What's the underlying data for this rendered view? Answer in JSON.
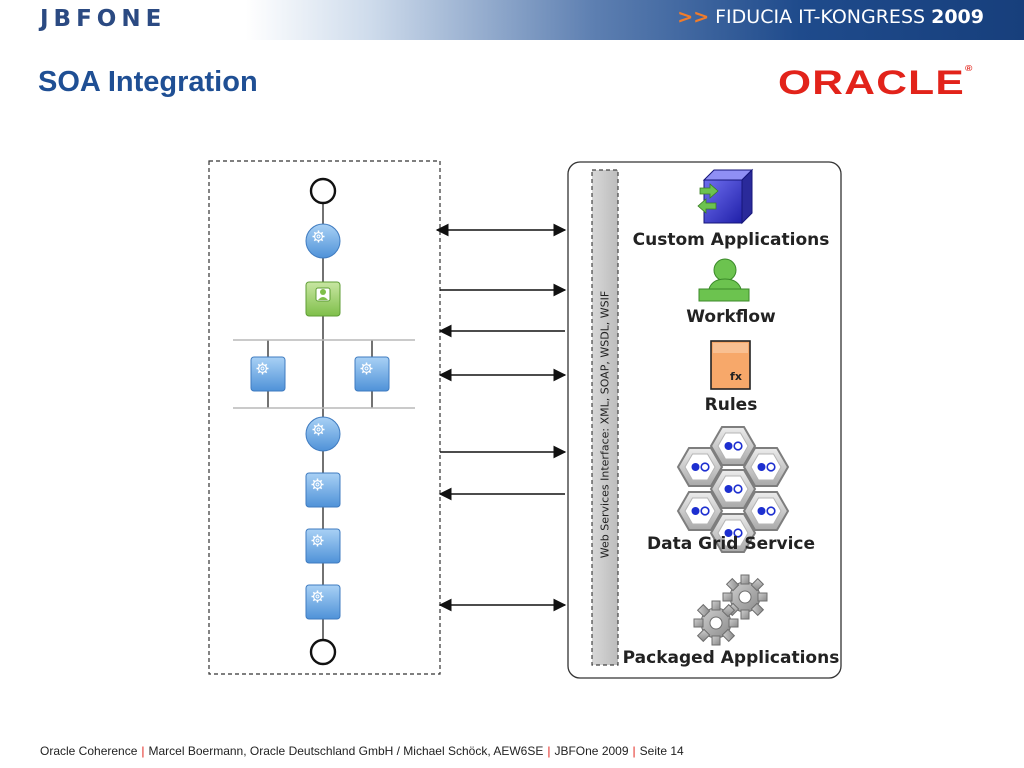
{
  "header": {
    "logo": "JBFONE",
    "event_prefix": ">>",
    "event_name": "FIDUCIA IT-KONGRESS",
    "event_year": "2009"
  },
  "slide": {
    "title": "SOA Integration",
    "brand": "ORACLE"
  },
  "diagram": {
    "ws_interface": "Web Services Interface: XML, SOAP, WSDL, WSIF",
    "services": [
      {
        "label": "Custom Applications",
        "icon": "cube-arrows-icon"
      },
      {
        "label": "Workflow",
        "icon": "person-icon"
      },
      {
        "label": "Rules",
        "icon": "fx-rules-icon"
      },
      {
        "label": "Data Grid Service",
        "icon": "hexagon-grid-icon"
      },
      {
        "label": "Packaged Applications",
        "icon": "gears-icon"
      }
    ],
    "rules_fx": "fx"
  },
  "footer": {
    "part1": "Oracle Coherence",
    "part2": "Marcel Boermann, Oracle Deutschland GmbH / Michael Schöck, AEW6SE",
    "part3": "JBFOne 2009",
    "part4": "Seite 14",
    "separator": "|"
  },
  "colors": {
    "brand_blue": "#1f4f94",
    "oracle_red": "#e2231a",
    "accent_orange": "#f07c2b",
    "task_blue": "#6aa9e3",
    "human_task_green": "#8dc85a"
  }
}
